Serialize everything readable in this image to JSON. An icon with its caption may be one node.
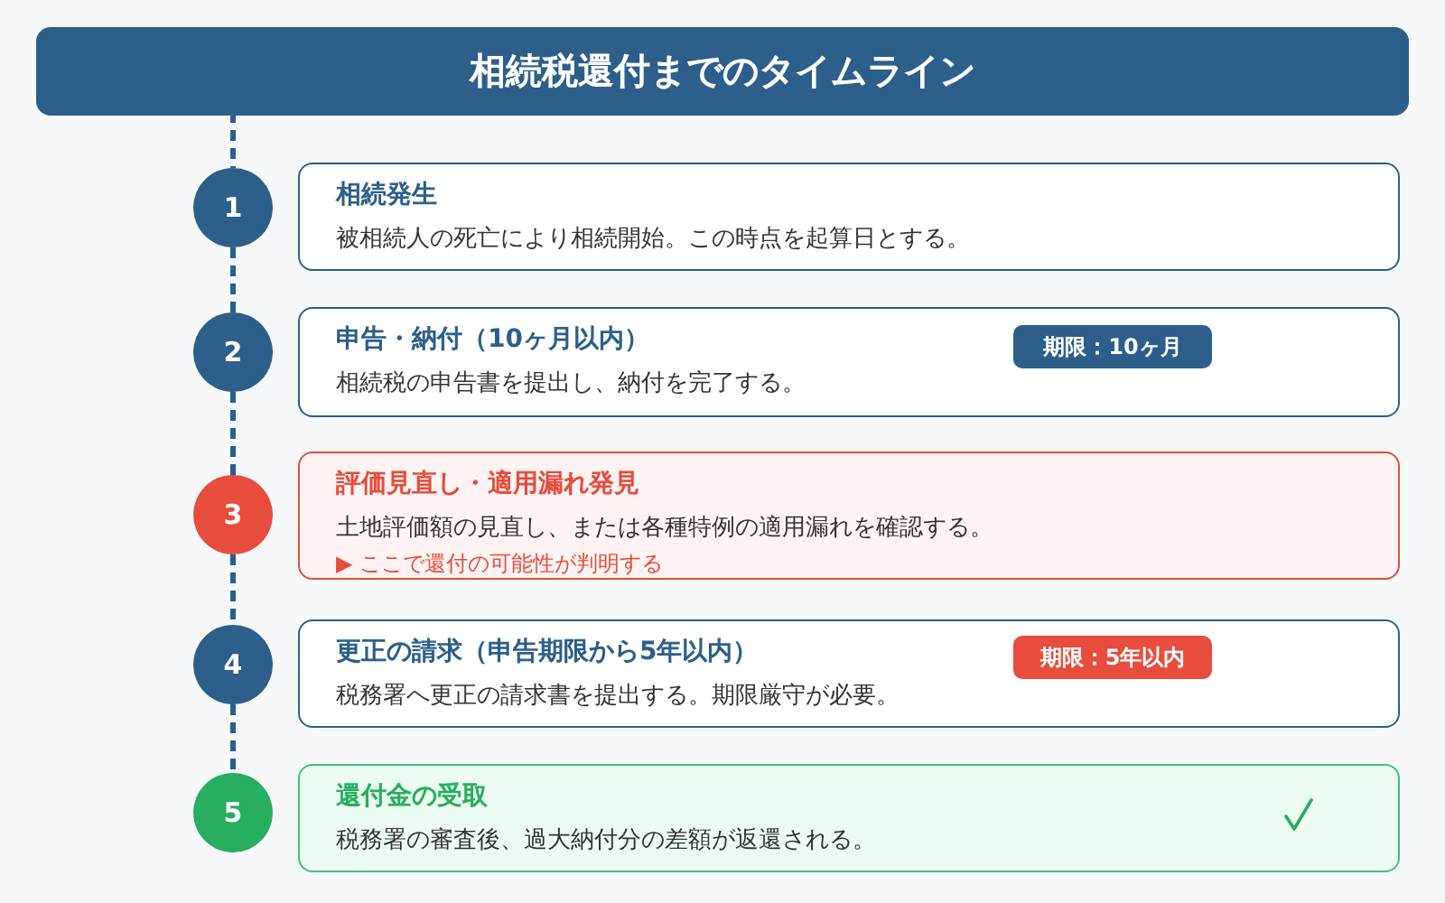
{
  "diagram": {
    "title": "相続税還付までのタイムライン",
    "nodes": [
      {
        "text": [
          "1"
        ]
      },
      {
        "text": [
          "相続発生",
          "被相続人の死亡により相続開始。この時点を起算日とする。"
        ]
      },
      {
        "text": [
          "2"
        ]
      },
      {
        "text": [
          "申告・納付（10ヶ月以内）",
          "相続税の申告書を提出し、納付を完了する。"
        ]
      },
      {
        "text": [
          "期限：10ヶ月"
        ],
        "in": 3
      },
      {
        "text": [
          "3"
        ]
      },
      {
        "text": [
          "評価見直し・適用漏れ発見",
          "土地評価額の見直し、または各種特例の適用漏れを確認する。",
          "▶ ここで還付の可能性が判明する"
        ]
      },
      {
        "text": [
          "4"
        ]
      },
      {
        "text": [
          "更正の請求（申告期限から5年以内）",
          "税務署へ更正の請求書を提出する。期限厳守が必要。"
        ]
      },
      {
        "text": [
          "期限：5年以内"
        ],
        "in": 8
      },
      {
        "text": [
          "5"
        ]
      },
      {
        "text": [
          "還付金の受取",
          "税務署の審査後、過大納付分の差額が返還される。"
        ]
      }
    ],
    "edges": [
      {
        "from": null,
        "to": 0,
        "arrow": "none",
        "style": "dashed"
      },
      {
        "from": 0,
        "to": 2,
        "arrow": "none",
        "style": "dashed"
      },
      {
        "from": 2,
        "to": 5,
        "arrow": "none",
        "style": "dashed"
      },
      {
        "from": 5,
        "to": 7,
        "arrow": "none",
        "style": "dashed"
      },
      {
        "from": 7,
        "to": 10,
        "arrow": "none",
        "style": "dashed"
      }
    ]
  }
}
